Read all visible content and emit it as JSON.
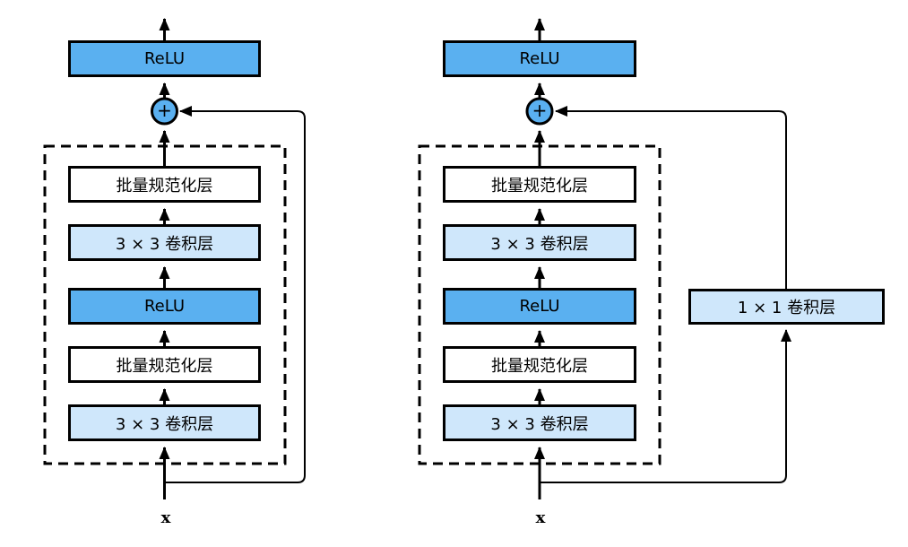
{
  "colors": {
    "background": "#ffffff",
    "box_blue": "#5ab0f0",
    "box_light_blue": "#cfe7fb",
    "box_white": "#ffffff",
    "line": "#000000"
  },
  "left_block": {
    "output_activation": "ReLU",
    "add_symbol": "+",
    "input_symbol": "x",
    "layers": [
      {
        "label": "批量规范化层"
      },
      {
        "label": "3 × 3 卷积层"
      },
      {
        "label": "ReLU"
      },
      {
        "label": "批量规范化层"
      },
      {
        "label": "3 × 3 卷积层"
      }
    ]
  },
  "right_block": {
    "output_activation": "ReLU",
    "add_symbol": "+",
    "input_symbol": "x",
    "shortcut_layer": {
      "label": "1 × 1 卷积层"
    },
    "layers": [
      {
        "label": "批量规范化层"
      },
      {
        "label": "3 × 3 卷积层"
      },
      {
        "label": "ReLU"
      },
      {
        "label": "批量规范化层"
      },
      {
        "label": "3 × 3 卷积层"
      }
    ]
  }
}
